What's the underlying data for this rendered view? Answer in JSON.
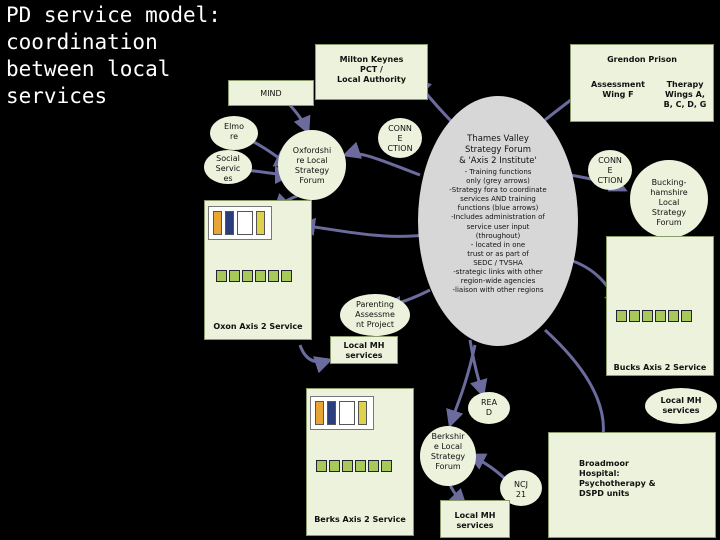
{
  "title_lines": [
    "PD service model:",
    "coordination",
    "between local services"
  ],
  "milton_keynes": [
    "Milton Keynes",
    "PCT /",
    "Local Authority"
  ],
  "grendon_prison": "Grendon Prison",
  "assessment_wing": [
    "Assessment",
    "Wing F"
  ],
  "therapy_wings": [
    "Therapy",
    "Wings A,",
    "B, C, D, G"
  ],
  "mind": "MIND",
  "elmore": [
    "Elmo",
    "re"
  ],
  "social_services": [
    "Social",
    "Servic",
    "es"
  ],
  "oxfordshire_forum": [
    "Oxfordshi",
    "re Local",
    "Strategy",
    "Forum"
  ],
  "connection_left": [
    "CONN",
    "E",
    "CTION"
  ],
  "connection_right": [
    "CONN",
    "E",
    "CTION"
  ],
  "thames_valley": {
    "heading": [
      "Thames Valley",
      "Strategy Forum",
      "& 'Axis 2 Institute'"
    ],
    "body": [
      "- Training functions",
      "only (grey arrows)",
      "-Strategy fora to coordinate",
      "services AND training",
      "functions (blue arrows)",
      "-Includes administration of",
      "service user input",
      "(throughout)",
      "- located in one",
      "trust or as part of",
      "SEDC / TVSHA",
      "-strategic links with other",
      "region-wide agencies",
      "-liaison with other regions"
    ]
  },
  "bucks_forum": [
    "Bucking-",
    "hamshire",
    "Local",
    "Strategy",
    "Forum"
  ],
  "parenting": [
    "Parenting",
    "Assessme",
    "nt Project"
  ],
  "oxon_axis": "Oxon Axis 2 Service",
  "local_mh_left": [
    "Local MH",
    "services"
  ],
  "bucks_axis": "Bucks Axis 2 Service",
  "local_mh_right": [
    "Local MH",
    "services"
  ],
  "read": [
    "REA",
    "D"
  ],
  "berkshire_forum": [
    "Berkshir",
    "e Local",
    "Strategy",
    "Forum"
  ],
  "ncj": [
    "NCJ",
    "21"
  ],
  "berks_axis": "Berks Axis 2 Service",
  "local_mh_bottom": [
    "Local MH",
    "services"
  ],
  "broadmoor": [
    "Broadmoor",
    "Hospital:",
    "Psychotherapy &",
    "DSPD units"
  ],
  "colors": {
    "background": "#000000",
    "box": "#ecf2dc",
    "ellipse": "#d7d7d7",
    "link": "#6b6b9e",
    "accent_green": "#a6c95a"
  }
}
